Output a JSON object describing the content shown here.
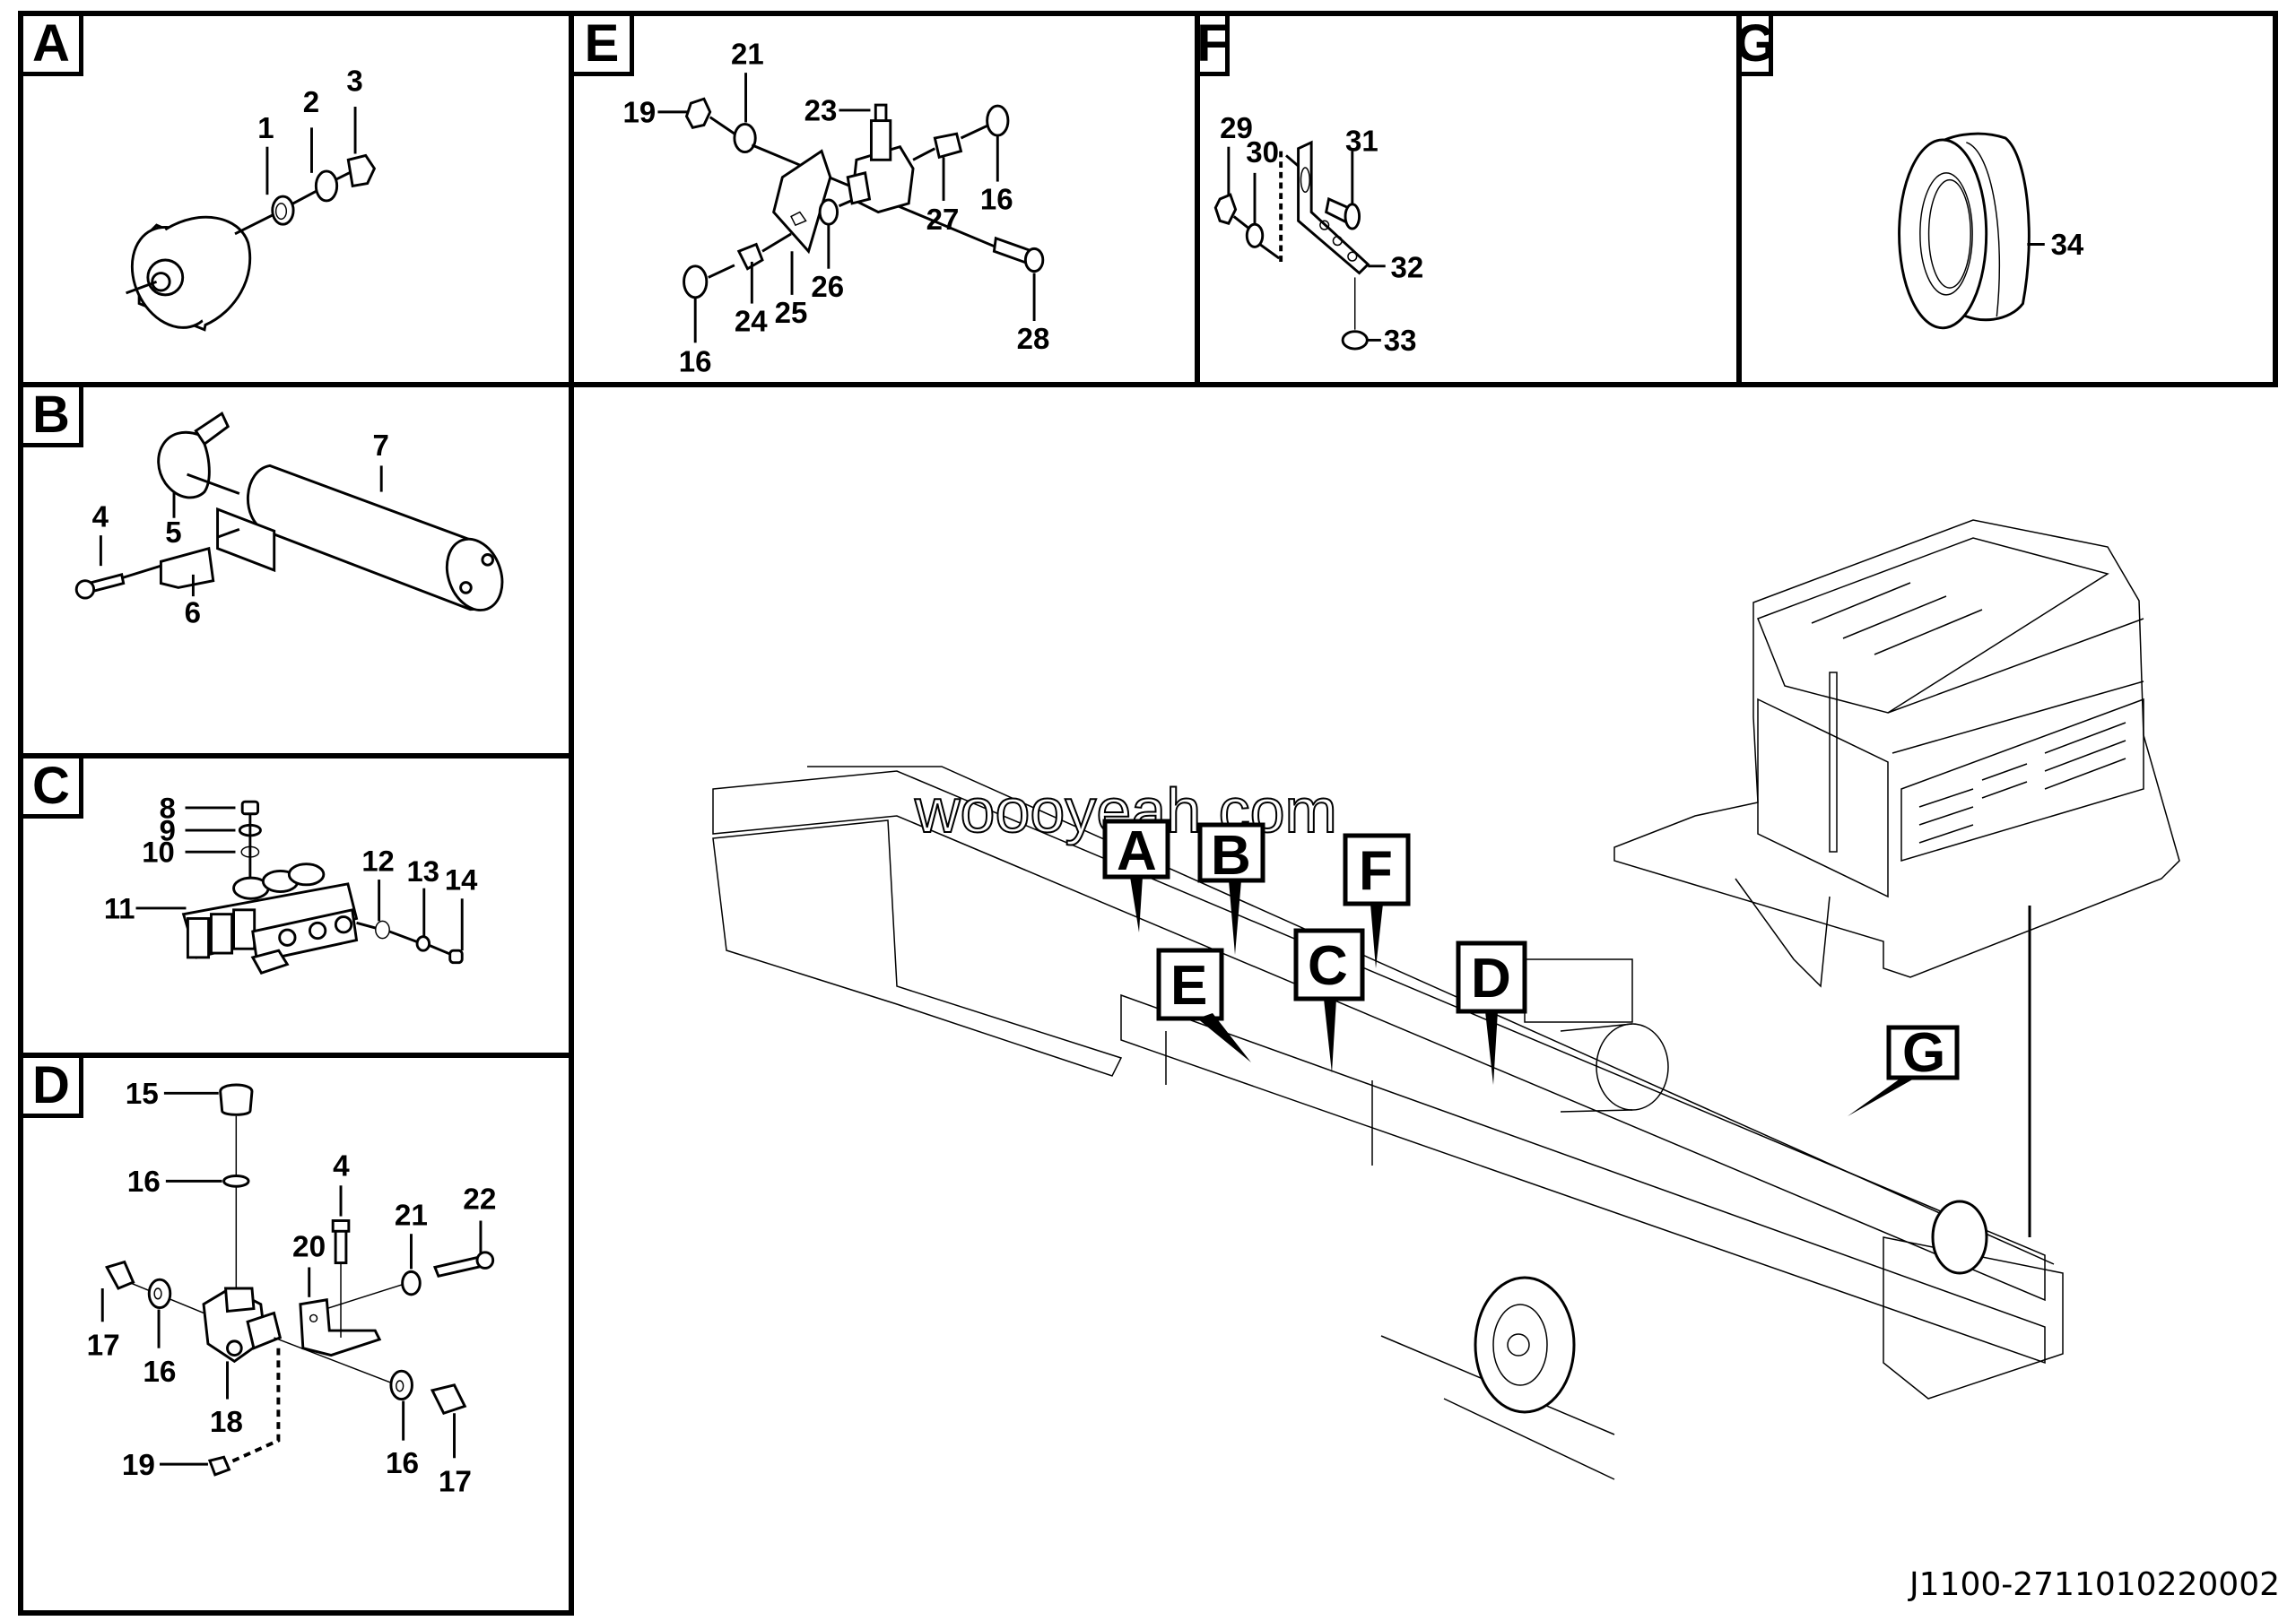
{
  "document": {
    "drawing_number": "J1100-2711010220002",
    "watermark": "woooyeah.com"
  },
  "panels": {
    "A": {
      "label": "A",
      "items": [
        "1",
        "2",
        "3"
      ]
    },
    "B": {
      "label": "B",
      "items": [
        "4",
        "5",
        "6",
        "7"
      ]
    },
    "C": {
      "label": "C",
      "items": [
        "8",
        "9",
        "10",
        "11",
        "12",
        "13",
        "14"
      ]
    },
    "D": {
      "label": "D",
      "items": [
        "15",
        "16",
        "4",
        "21",
        "22",
        "20",
        "17",
        "16",
        "18",
        "16",
        "17",
        "19"
      ]
    },
    "E": {
      "label": "E",
      "items": [
        "21",
        "19",
        "23",
        "16",
        "27",
        "26",
        "25",
        "24",
        "16",
        "28"
      ]
    },
    "F": {
      "label": "F",
      "items": [
        "29",
        "30",
        "31",
        "32",
        "33"
      ]
    },
    "G": {
      "label": "G",
      "items": [
        "34"
      ]
    }
  },
  "overview_callouts": [
    "A",
    "B",
    "F",
    "E",
    "C",
    "D",
    "G"
  ]
}
